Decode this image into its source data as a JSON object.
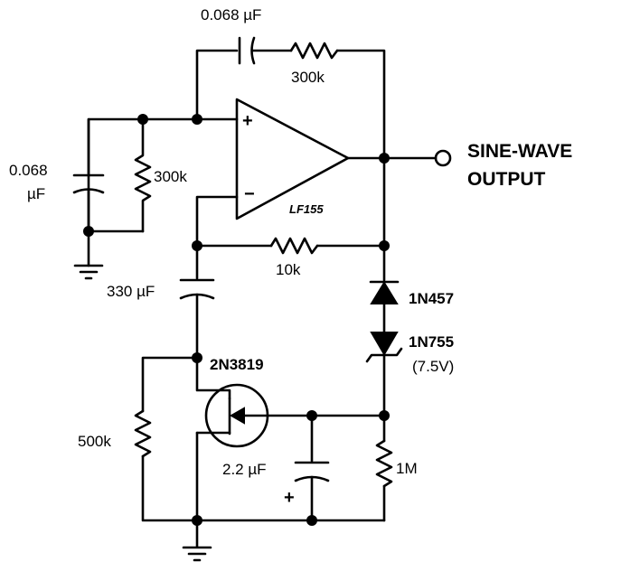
{
  "components": {
    "c_feedback": "0.068 µF",
    "r_feedback": "300k",
    "c_input_line1": "0.068",
    "c_input_line2": "µF",
    "r_input": "300k",
    "opamp": "LF155",
    "opamp_plus": "+",
    "opamp_minus": "−",
    "output_line1": "SINE-WAVE",
    "output_line2": "OUTPUT",
    "r_10k": "10k",
    "c_330": "330 µF",
    "diode1": "1N457",
    "zener": "1N755",
    "zener_voltage": "(7.5V)",
    "jfet": "2N3819",
    "r_500k": "500k",
    "c_2u2": "2.2 µF",
    "c_2u2_polarity": "+",
    "r_1m": "1M"
  }
}
